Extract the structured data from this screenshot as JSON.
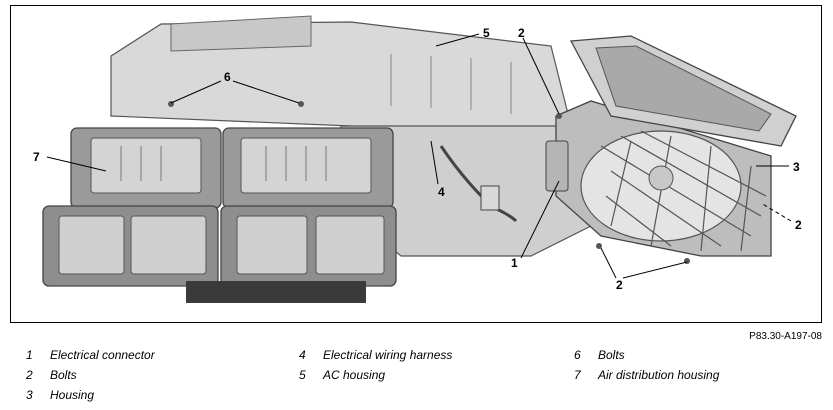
{
  "figure_id": "P83.30-A197-08",
  "callouts": [
    {
      "number": "5"
    },
    {
      "number": "2"
    },
    {
      "number": "6"
    },
    {
      "number": "7"
    },
    {
      "number": "3"
    },
    {
      "number": "4"
    },
    {
      "number": "2"
    },
    {
      "number": "1"
    },
    {
      "number": "2"
    }
  ],
  "legend": [
    {
      "number": "1",
      "label": "Electrical connector"
    },
    {
      "number": "2",
      "label": "Bolts"
    },
    {
      "number": "3",
      "label": "Housing"
    },
    {
      "number": "4",
      "label": "Electrical wiring harness"
    },
    {
      "number": "5",
      "label": "AC housing"
    },
    {
      "number": "6",
      "label": "Bolts"
    },
    {
      "number": "7",
      "label": "Air distribution housing"
    }
  ]
}
